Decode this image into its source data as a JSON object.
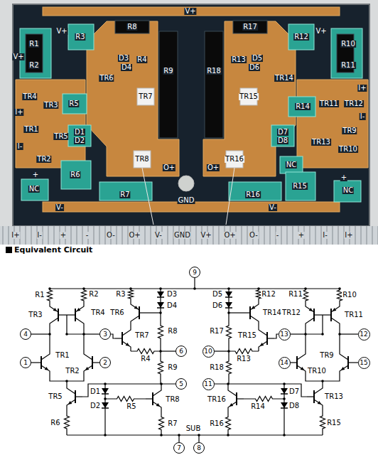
{
  "diagram": {
    "title": "Equivalent Circuit",
    "nodes": [
      {
        "text": [
          "9"
        ]
      },
      {
        "text": [
          "4"
        ]
      },
      {
        "text": [
          "3"
        ]
      },
      {
        "text": [
          "6"
        ]
      },
      {
        "text": [
          "1"
        ]
      },
      {
        "text": [
          "2"
        ]
      },
      {
        "text": [
          "5"
        ]
      },
      {
        "text": [
          "7"
        ]
      },
      {
        "text": [
          "8"
        ]
      },
      {
        "text": [
          "10"
        ]
      },
      {
        "text": [
          "11"
        ]
      },
      {
        "text": [
          "13"
        ]
      },
      {
        "text": [
          "12"
        ]
      },
      {
        "text": [
          "14"
        ]
      },
      {
        "text": [
          "15"
        ]
      }
    ],
    "labels": [
      "R1",
      "R2",
      "R3",
      "TR3",
      "TR4",
      "TR6",
      "TR7",
      "R4",
      "R8",
      "D3",
      "D4",
      "R9",
      "TR1",
      "TR2",
      "TR5",
      "R6",
      "D1",
      "D2",
      "R5",
      "TR8",
      "R7",
      "R10",
      "R11",
      "R12",
      "TR11",
      "TR12",
      "TR14",
      "TR15",
      "R13",
      "R17",
      "D5",
      "D6",
      "R18",
      "TR9",
      "TR10",
      "TR13",
      "R15",
      "D7",
      "D8",
      "R14",
      "TR16",
      "R16",
      "SUB",
      "V+",
      "V+",
      "V+",
      "V+",
      "R1",
      "R2",
      "R3",
      "R8",
      "D3",
      "D4",
      "R4",
      "R9",
      "R18",
      "R13",
      "D5",
      "D6",
      "R17",
      "R12",
      "R10",
      "R11",
      "TR6",
      "TR14",
      "TR7",
      "TR15",
      "TR4",
      "TR3",
      "R5",
      "I+",
      "TR1",
      "TR5",
      "D1",
      "D2",
      "I-",
      "TR2",
      "TR8",
      "O+",
      "O+",
      "TR16",
      "D7",
      "D8",
      "R14",
      "TR11",
      "TR12",
      "I+",
      "I-",
      "TR9",
      "TR13",
      "TR10",
      "NC",
      "+",
      "NC",
      "R6",
      "R7",
      "GND",
      "R16",
      "R15",
      "+",
      "NC",
      "V-",
      "V-",
      "I+",
      "I-",
      "+",
      "-",
      "O-",
      "O+",
      "V-",
      "GND",
      "V+",
      "O+",
      "O-",
      "-",
      "+",
      "I-",
      "I+"
    ]
  }
}
